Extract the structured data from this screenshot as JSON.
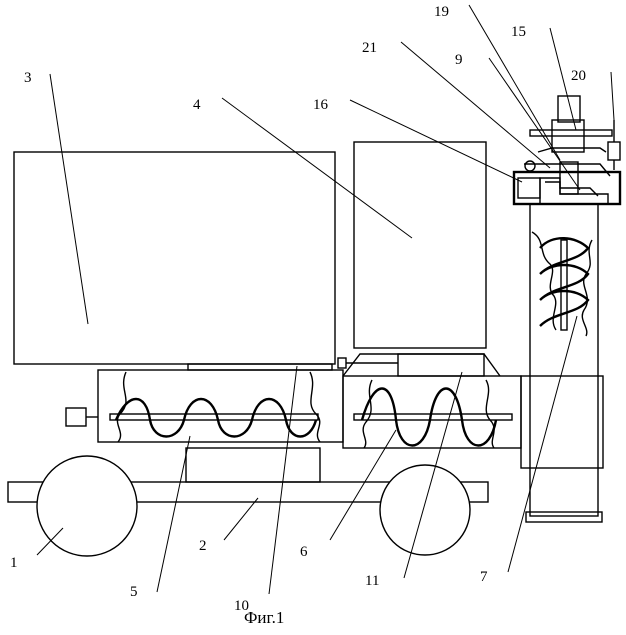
{
  "figure": {
    "caption": "Фиг.1",
    "labels": {
      "l1": "1",
      "l2": "2",
      "l3": "3",
      "l4": "4",
      "l5": "5",
      "l6": "6",
      "l7": "7",
      "l9": "9",
      "l10": "10",
      "l11": "11",
      "l15": "15",
      "l16": "16",
      "l19": "19",
      "l20": "20",
      "l21": "21"
    }
  }
}
